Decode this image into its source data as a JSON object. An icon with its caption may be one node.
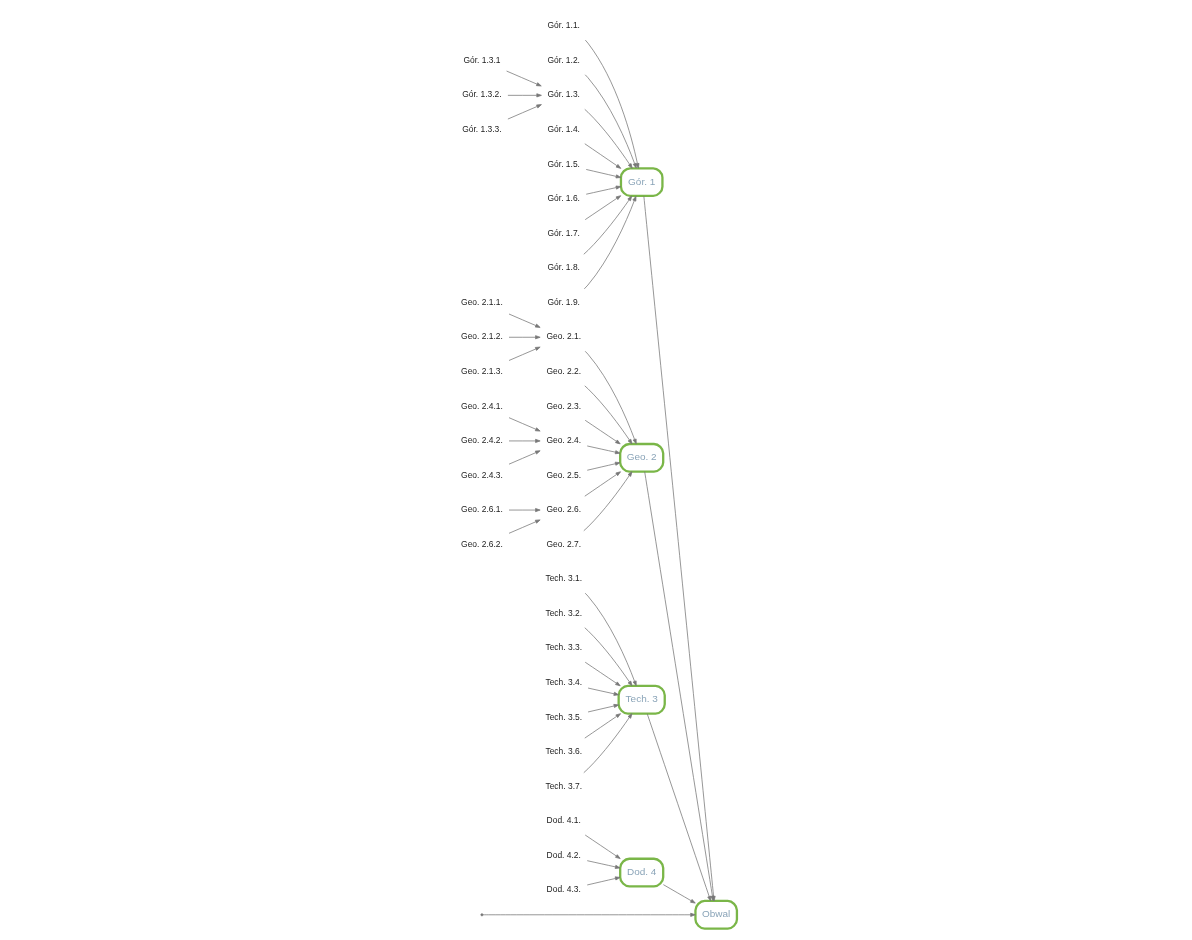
{
  "diagram": {
    "nodes": [
      {
        "text": [
          "Obwal"
        ]
      },
      {
        "text": [
          "Gór. 1"
        ]
      },
      {
        "text": [
          "Gór. 1.1."
        ]
      },
      {
        "text": [
          "Gór. 1.2."
        ]
      },
      {
        "text": [
          "Gór. 1.3."
        ]
      },
      {
        "text": [
          "Gór. 1.3.1"
        ]
      },
      {
        "text": [
          "Gór. 1.3.2."
        ]
      },
      {
        "text": [
          "Gór. 1.3.3."
        ]
      },
      {
        "text": [
          "Gór. 1.4."
        ]
      },
      {
        "text": [
          "Gór. 1.5."
        ]
      },
      {
        "text": [
          "Gór. 1.6."
        ]
      },
      {
        "text": [
          "Gór. 1.7."
        ]
      },
      {
        "text": [
          "Gór. 1.8."
        ]
      },
      {
        "text": [
          "Gór. 1.9."
        ]
      },
      {
        "text": [
          "Geo. 2"
        ]
      },
      {
        "text": [
          "Geo. 2.1."
        ]
      },
      {
        "text": [
          "Geo. 2.1.1."
        ]
      },
      {
        "text": [
          "Geo. 2.1.2."
        ]
      },
      {
        "text": [
          "Geo. 2.1.3."
        ]
      },
      {
        "text": [
          "Geo. 2.2."
        ]
      },
      {
        "text": [
          "Geo. 2.3."
        ]
      },
      {
        "text": [
          "Geo. 2.4."
        ]
      },
      {
        "text": [
          "Geo. 2.4.1."
        ]
      },
      {
        "text": [
          "Geo. 2.4.2."
        ]
      },
      {
        "text": [
          "Geo. 2.4.3."
        ]
      },
      {
        "text": [
          "Geo. 2.5."
        ]
      },
      {
        "text": [
          "Geo. 2.6."
        ]
      },
      {
        "text": [
          "Geo. 2.6.1."
        ]
      },
      {
        "text": [
          "Geo. 2.6.2."
        ]
      },
      {
        "text": [
          "Geo. 2.7."
        ]
      },
      {
        "text": [
          "Tech. 3"
        ]
      },
      {
        "text": [
          "Tech. 3.1."
        ]
      },
      {
        "text": [
          "Tech. 3.2."
        ]
      },
      {
        "text": [
          "Tech. 3.3."
        ]
      },
      {
        "text": [
          "Tech. 3.4."
        ]
      },
      {
        "text": [
          "Tech. 3.5."
        ]
      },
      {
        "text": [
          "Tech. 3.6."
        ]
      },
      {
        "text": [
          "Tech. 3.7."
        ]
      },
      {
        "text": [
          "Dod. 4"
        ]
      },
      {
        "text": [
          "Dod. 4.1."
        ]
      },
      {
        "text": [
          "Dod. 4.2."
        ]
      },
      {
        "text": [
          "Dod. 4.3."
        ]
      }
    ],
    "edges": [
      {
        "from": null,
        "to": 0,
        "arrow": "to"
      },
      {
        "from": 1,
        "to": 0,
        "arrow": "to"
      },
      {
        "from": 2,
        "to": 1,
        "arrow": "to"
      },
      {
        "from": 3,
        "to": 1,
        "arrow": "to"
      },
      {
        "from": 4,
        "to": 1,
        "arrow": "to"
      },
      {
        "from": 5,
        "to": 4,
        "arrow": "to"
      },
      {
        "from": 6,
        "to": 4,
        "arrow": "to"
      },
      {
        "from": 7,
        "to": 4,
        "arrow": "to"
      },
      {
        "from": 8,
        "to": 1,
        "arrow": "to"
      },
      {
        "from": 9,
        "to": 1,
        "arrow": "to"
      },
      {
        "from": 10,
        "to": 1,
        "arrow": "to"
      },
      {
        "from": 11,
        "to": 1,
        "arrow": "to"
      },
      {
        "from": 12,
        "to": 1,
        "arrow": "to"
      },
      {
        "from": 13,
        "to": 1,
        "arrow": "to"
      },
      {
        "from": 14,
        "to": 0,
        "arrow": "to"
      },
      {
        "from": 15,
        "to": 14,
        "arrow": "to"
      },
      {
        "from": 16,
        "to": 15,
        "arrow": "to"
      },
      {
        "from": 17,
        "to": 15,
        "arrow": "to"
      },
      {
        "from": 18,
        "to": 15,
        "arrow": "to"
      },
      {
        "from": 19,
        "to": 14,
        "arrow": "to"
      },
      {
        "from": 20,
        "to": 14,
        "arrow": "to"
      },
      {
        "from": 21,
        "to": 14,
        "arrow": "to"
      },
      {
        "from": 22,
        "to": 21,
        "arrow": "to"
      },
      {
        "from": 23,
        "to": 21,
        "arrow": "to"
      },
      {
        "from": 24,
        "to": 21,
        "arrow": "to"
      },
      {
        "from": 25,
        "to": 14,
        "arrow": "to"
      },
      {
        "from": 26,
        "to": 14,
        "arrow": "to"
      },
      {
        "from": 27,
        "to": 26,
        "arrow": "to"
      },
      {
        "from": 28,
        "to": 26,
        "arrow": "to"
      },
      {
        "from": 29,
        "to": 14,
        "arrow": "to"
      },
      {
        "from": 30,
        "to": 0,
        "arrow": "to"
      },
      {
        "from": 31,
        "to": 30,
        "arrow": "to"
      },
      {
        "from": 32,
        "to": 30,
        "arrow": "to"
      },
      {
        "from": 33,
        "to": 30,
        "arrow": "to"
      },
      {
        "from": 34,
        "to": 30,
        "arrow": "to"
      },
      {
        "from": 35,
        "to": 30,
        "arrow": "to"
      },
      {
        "from": 36,
        "to": 30,
        "arrow": "to"
      },
      {
        "from": 37,
        "to": 30,
        "arrow": "to"
      },
      {
        "from": 38,
        "to": 0,
        "arrow": "to"
      },
      {
        "from": 39,
        "to": 38,
        "arrow": "to"
      },
      {
        "from": 40,
        "to": 38,
        "arrow": "to"
      },
      {
        "from": 41,
        "to": 38,
        "arrow": "to"
      }
    ]
  }
}
